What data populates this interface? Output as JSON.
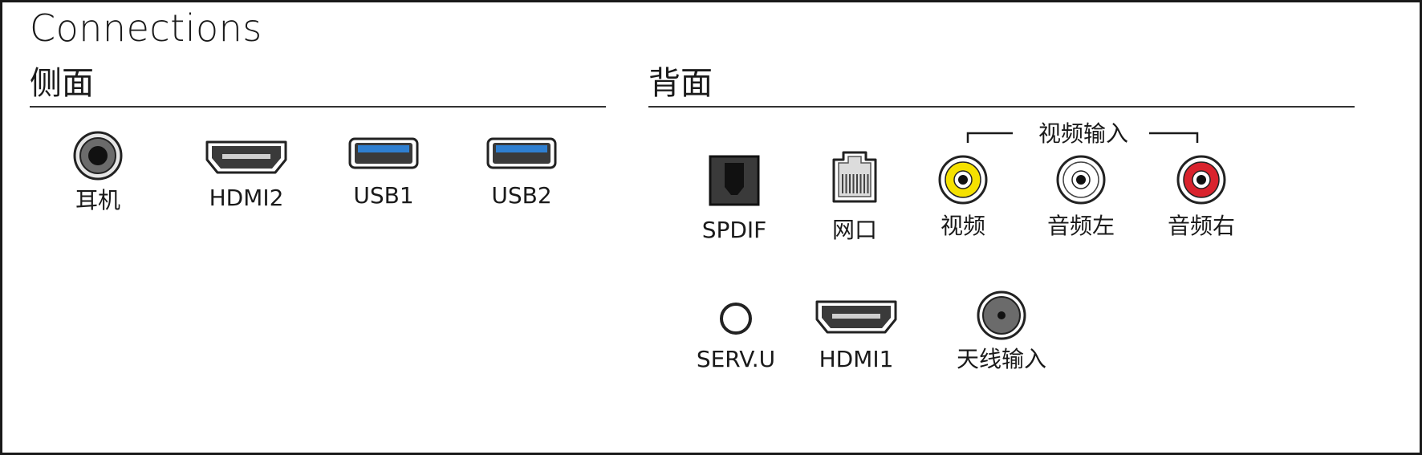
{
  "title": "Connections",
  "side": {
    "heading": "侧面",
    "ports": [
      {
        "id": "headphone",
        "label": "耳机",
        "icon": "headphone-jack-icon"
      },
      {
        "id": "hdmi2",
        "label": "HDMI2",
        "icon": "hdmi-port-icon"
      },
      {
        "id": "usb1",
        "label": "USB1",
        "icon": "usb-port-icon"
      },
      {
        "id": "usb2",
        "label": "USB2",
        "icon": "usb-port-icon"
      }
    ]
  },
  "back": {
    "heading": "背面",
    "group_label": "视频输入",
    "ports": [
      {
        "id": "spdif",
        "label": "SPDIF",
        "icon": "optical-spdif-icon"
      },
      {
        "id": "lan",
        "label": "网口",
        "icon": "ethernet-port-icon"
      },
      {
        "id": "video",
        "label": "视频",
        "icon": "rca-yellow-icon",
        "color": "#f5e100"
      },
      {
        "id": "audio_l",
        "label": "音频左",
        "icon": "rca-white-icon",
        "color": "#ffffff"
      },
      {
        "id": "audio_r",
        "label": "音频右",
        "icon": "rca-red-icon",
        "color": "#d9232d"
      },
      {
        "id": "servu",
        "label": "SERV.U",
        "icon": "service-port-icon"
      },
      {
        "id": "hdmi1",
        "label": "HDMI1",
        "icon": "hdmi-port-icon"
      },
      {
        "id": "antenna",
        "label": "天线输入",
        "icon": "antenna-coax-icon"
      }
    ]
  },
  "colors": {
    "usb_blue": "#2f7fd0",
    "line": "#1a1a1a"
  }
}
